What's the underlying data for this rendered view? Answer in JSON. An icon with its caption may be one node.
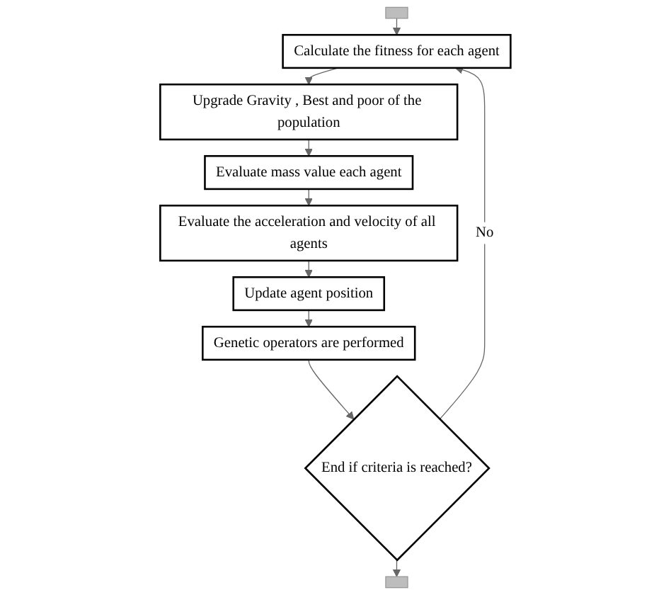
{
  "diagram": {
    "nodes": [
      {
        "text": [],
        "shape": "box"
      },
      {
        "text": [
          "Calculate the fitness for each agent"
        ]
      },
      {
        "text": [
          "Upgrade Gravity , Best and poor of the population"
        ]
      },
      {
        "text": [
          "Evaluate mass value each agent"
        ]
      },
      {
        "text": [
          "Evaluate the acceleration and velocity of all agents"
        ]
      },
      {
        "text": [
          "Update agent position"
        ]
      },
      {
        "text": [
          "Genetic operators are performed"
        ]
      },
      {
        "text": [
          "End if criteria is reached?"
        ]
      },
      {
        "text": [],
        "shape": "box"
      }
    ],
    "edges": [
      {
        "from": 0,
        "to": 1,
        "arrow": "to"
      },
      {
        "from": 1,
        "to": 2,
        "arrow": "to"
      },
      {
        "from": 2,
        "to": 3,
        "arrow": "to"
      },
      {
        "from": 3,
        "to": 4,
        "arrow": "to"
      },
      {
        "from": 4,
        "to": 5,
        "arrow": "to"
      },
      {
        "from": 5,
        "to": 6,
        "arrow": "to"
      },
      {
        "from": 6,
        "to": 7,
        "arrow": "to"
      },
      {
        "from": 7,
        "to": 1,
        "arrow": "to",
        "label": "No"
      },
      {
        "from": 7,
        "to": 8,
        "arrow": "to"
      }
    ]
  }
}
